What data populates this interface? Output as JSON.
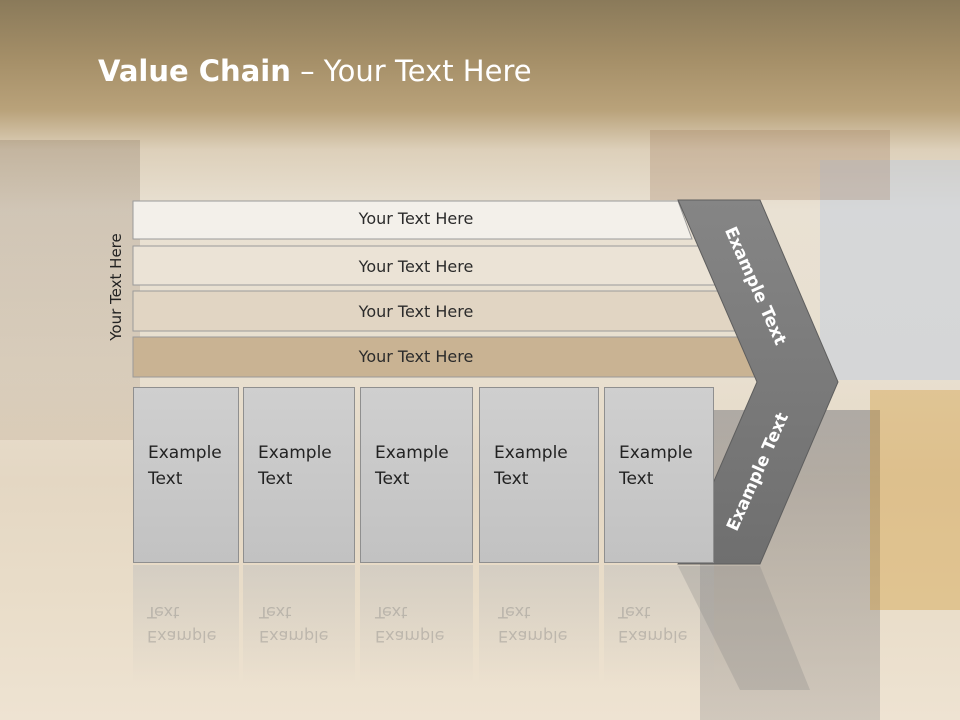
{
  "title": {
    "bold": "Value Chain",
    "rest": " – Your Text Here"
  },
  "side_label": "Your Text Here",
  "bars": [
    "Your Text Here",
    "Your Text Here",
    "Your Text Here",
    "Your Text Here"
  ],
  "boxes": [
    "Example\nText",
    "Example\nText",
    "Example\nText",
    "Example\nText",
    "Example\nText"
  ],
  "chevron": {
    "upper": "Example Text",
    "lower": "Example Text"
  },
  "colors": {
    "bar1": "#f3f0ea",
    "bar2": "#ebe3d6",
    "bar3": "#e1d5c3",
    "bar4": "#c9b393",
    "chevron": "#7b7b7b",
    "box": "#c8c8c8"
  }
}
